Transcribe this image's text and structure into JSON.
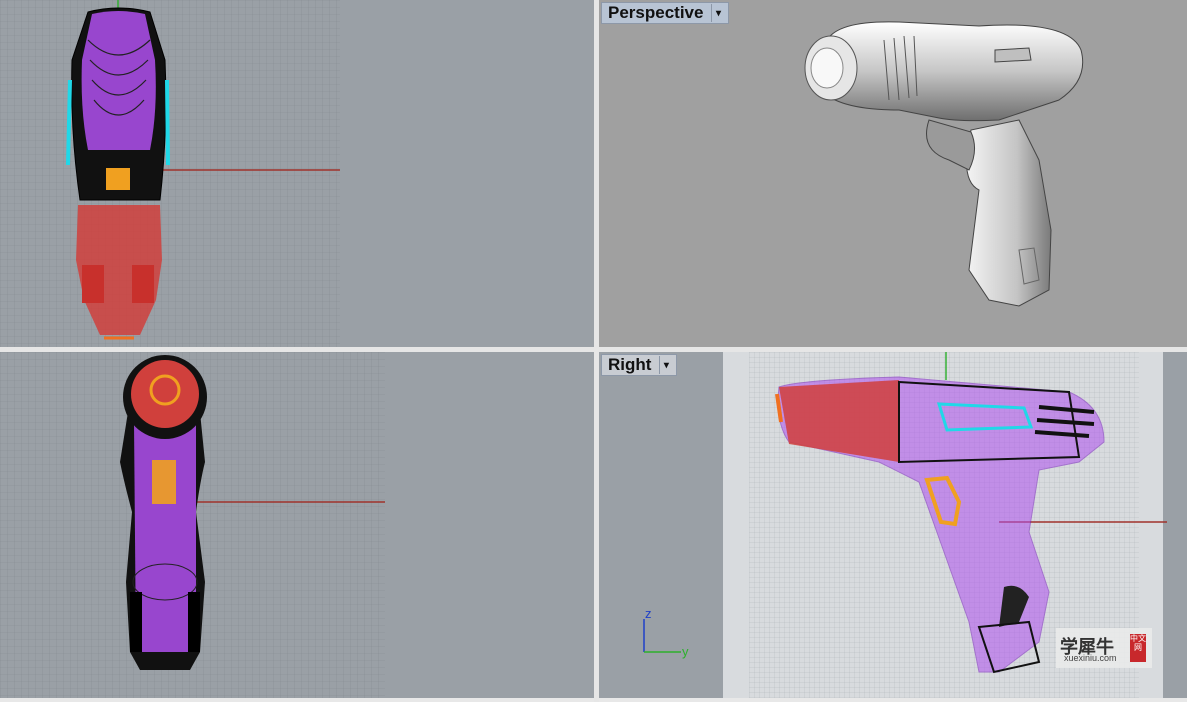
{
  "viewports": {
    "top": {
      "name": ""
    },
    "perspective": {
      "name": "Perspective"
    },
    "front": {
      "name": ""
    },
    "right": {
      "name": "Right"
    }
  },
  "axes": {
    "z_label": "z",
    "y_label": "y"
  },
  "colors": {
    "viewport_bg": "#9aa0a6",
    "perspective_bg": "#a0a0a0",
    "grid_line": "#7d848a",
    "x_axis": "#a0322c",
    "y_axis": "#2cb02c",
    "magenta": "#b050f0",
    "cyan": "#20d8e8",
    "orange": "#f0a020",
    "red_wire": "#d0403c",
    "black_wire": "#111111"
  },
  "watermark": {
    "text": "学犀牛",
    "url": "xuexiniu.com",
    "badge": "中文网"
  }
}
